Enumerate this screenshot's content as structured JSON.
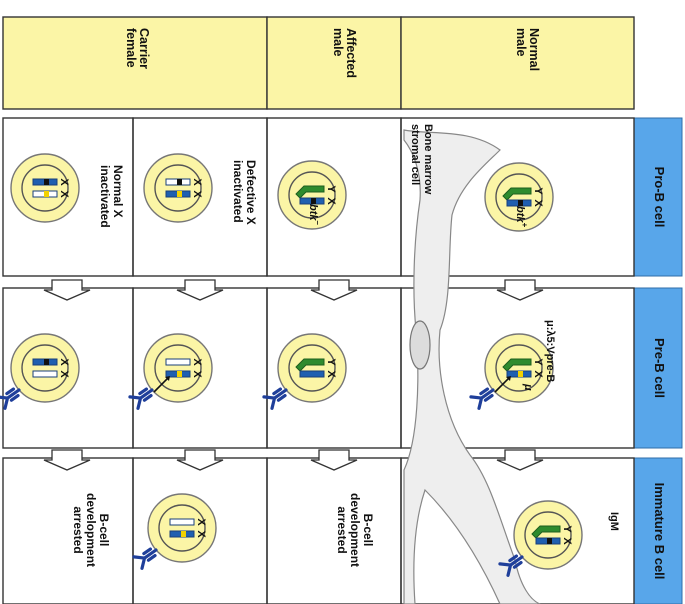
{
  "colors": {
    "header_fill": "#fbf5a6",
    "stage_band": "#58a6ea",
    "cell_fill": "#fbf5a6",
    "nucleus_fill": "#fbf5a6",
    "x_chromosome": "#1f5fb0",
    "y_chromosome": "#2e8b2e",
    "defect_mark": "#f2d200",
    "receptor": "#1f3f9a",
    "stromal": "#eeeeee"
  },
  "columns": {
    "normal_male": "Normal\nmale",
    "affected_male": "Affected\nmale",
    "carrier_female": "Carrier\nfemale"
  },
  "stages": {
    "pro_b": "Pro-B cell",
    "pre_b": "Pre-B cell",
    "immature_b": "Immature B cell"
  },
  "labels": {
    "stromal_cell": "Bone marrow\nstromal cell",
    "btk_plus": "btk",
    "btk_plus_sup": "+",
    "btk_minus": "btk",
    "btk_minus_sup": "–",
    "defective_x": "Defective X\ninactivated",
    "normal_x": "Normal X\ninactivated",
    "pre_b_receptor": "μ:λ5:Vpre-B",
    "mu": "μ",
    "igm": "IgM",
    "arrested": "B-cell\ndevelopment\narrested",
    "chrom_x": "X",
    "chrom_y": "Y"
  }
}
